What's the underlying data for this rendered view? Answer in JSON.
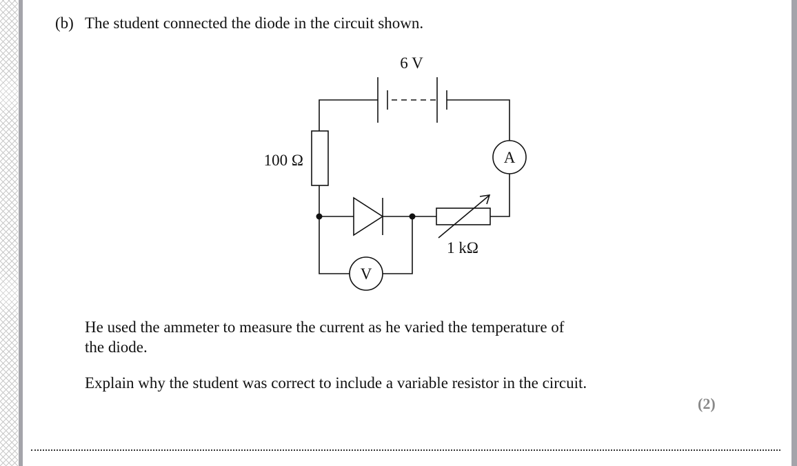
{
  "question": {
    "part": "(b)",
    "intro": "The student connected the diode in the circuit shown.",
    "body_line1": "He used the ammeter to measure the current as he varied the temperature of",
    "body_line2": "the diode.",
    "task": "Explain why the student was correct to include a variable resistor in the circuit.",
    "marks": "(2)"
  },
  "circuit": {
    "battery_label": "6 V",
    "resistor_label": "100 Ω",
    "variable_resistor_label": "1 kΩ",
    "ammeter_symbol": "A",
    "voltmeter_symbol": "V"
  }
}
